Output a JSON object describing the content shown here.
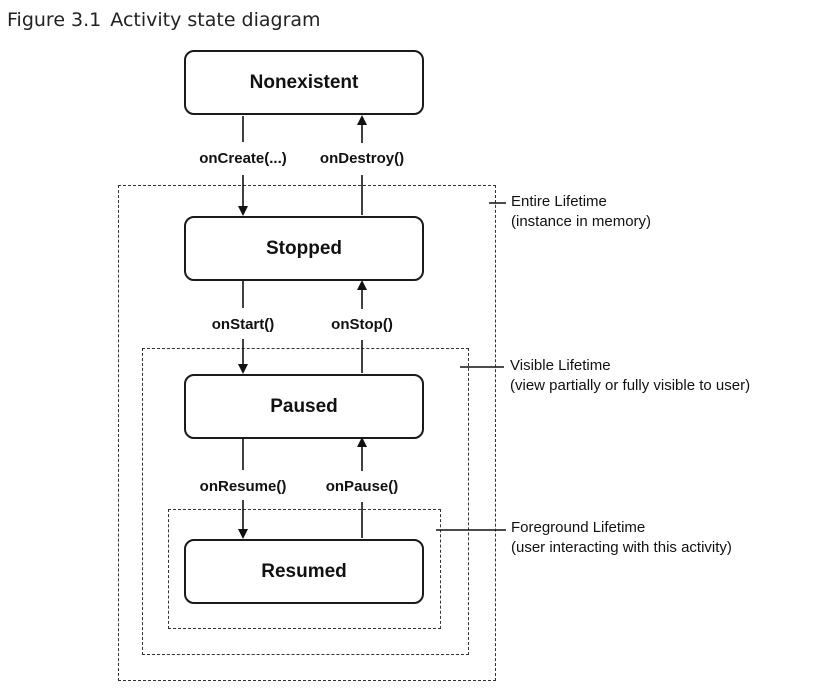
{
  "figure": {
    "label": "Figure 3.1",
    "title": "Activity state diagram"
  },
  "states": {
    "nonexistent": "Nonexistent",
    "stopped": "Stopped",
    "paused": "Paused",
    "resumed": "Resumed"
  },
  "transitions": {
    "on_create": "onCreate(...)",
    "on_destroy": "onDestroy()",
    "on_start": "onStart()",
    "on_stop": "onStop()",
    "on_resume": "onResume()",
    "on_pause": "onPause()"
  },
  "lifetimes": {
    "entire": {
      "title": "Entire Lifetime",
      "detail": "(instance in memory)"
    },
    "visible": {
      "title": "Visible Lifetime",
      "detail": "(view partially or fully visible to user)"
    },
    "foreground": {
      "title": "Foreground Lifetime",
      "detail": "(user interacting with this activity)"
    }
  }
}
